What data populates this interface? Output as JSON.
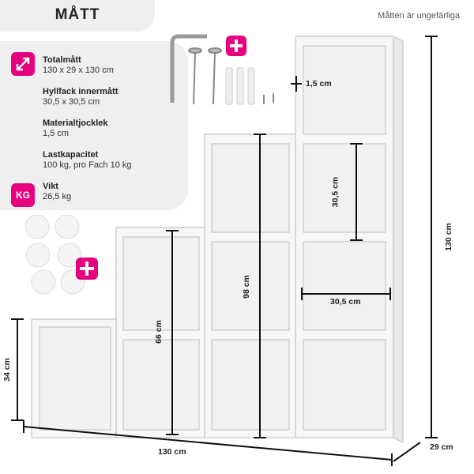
{
  "header": {
    "title": "MÅTT",
    "note": "Måtten är ungefärliga"
  },
  "specs": [
    {
      "label": "Totalmått",
      "value": "130 x 29 x 130 cm",
      "icon": "arrows-diagonal-icon"
    },
    {
      "label": "Hyllfack innermått",
      "value": "30,5 x 30,5 cm"
    },
    {
      "label": "Materialtjocklek",
      "value": "1,5 cm"
    },
    {
      "label": "Lastkapacitet",
      "value": "100 kg, pro Fach 10 kg"
    },
    {
      "label": "Vikt",
      "value": "26,5 kg",
      "icon": "kg-weight-icon"
    }
  ],
  "badges": {
    "kg_text": "KG"
  },
  "dimensions": {
    "thickness": "1,5 cm",
    "inner_height": "30,5 cm",
    "inner_width": "30,5 cm",
    "height_98": "98 cm",
    "height_66": "66 cm",
    "height_34": "34 cm",
    "total_height": "130 cm",
    "total_width": "130 cm",
    "depth": "29 cm"
  },
  "colors": {
    "accent": "#e6007e",
    "panel": "#efefef",
    "shelf": "#f7f7f7"
  }
}
